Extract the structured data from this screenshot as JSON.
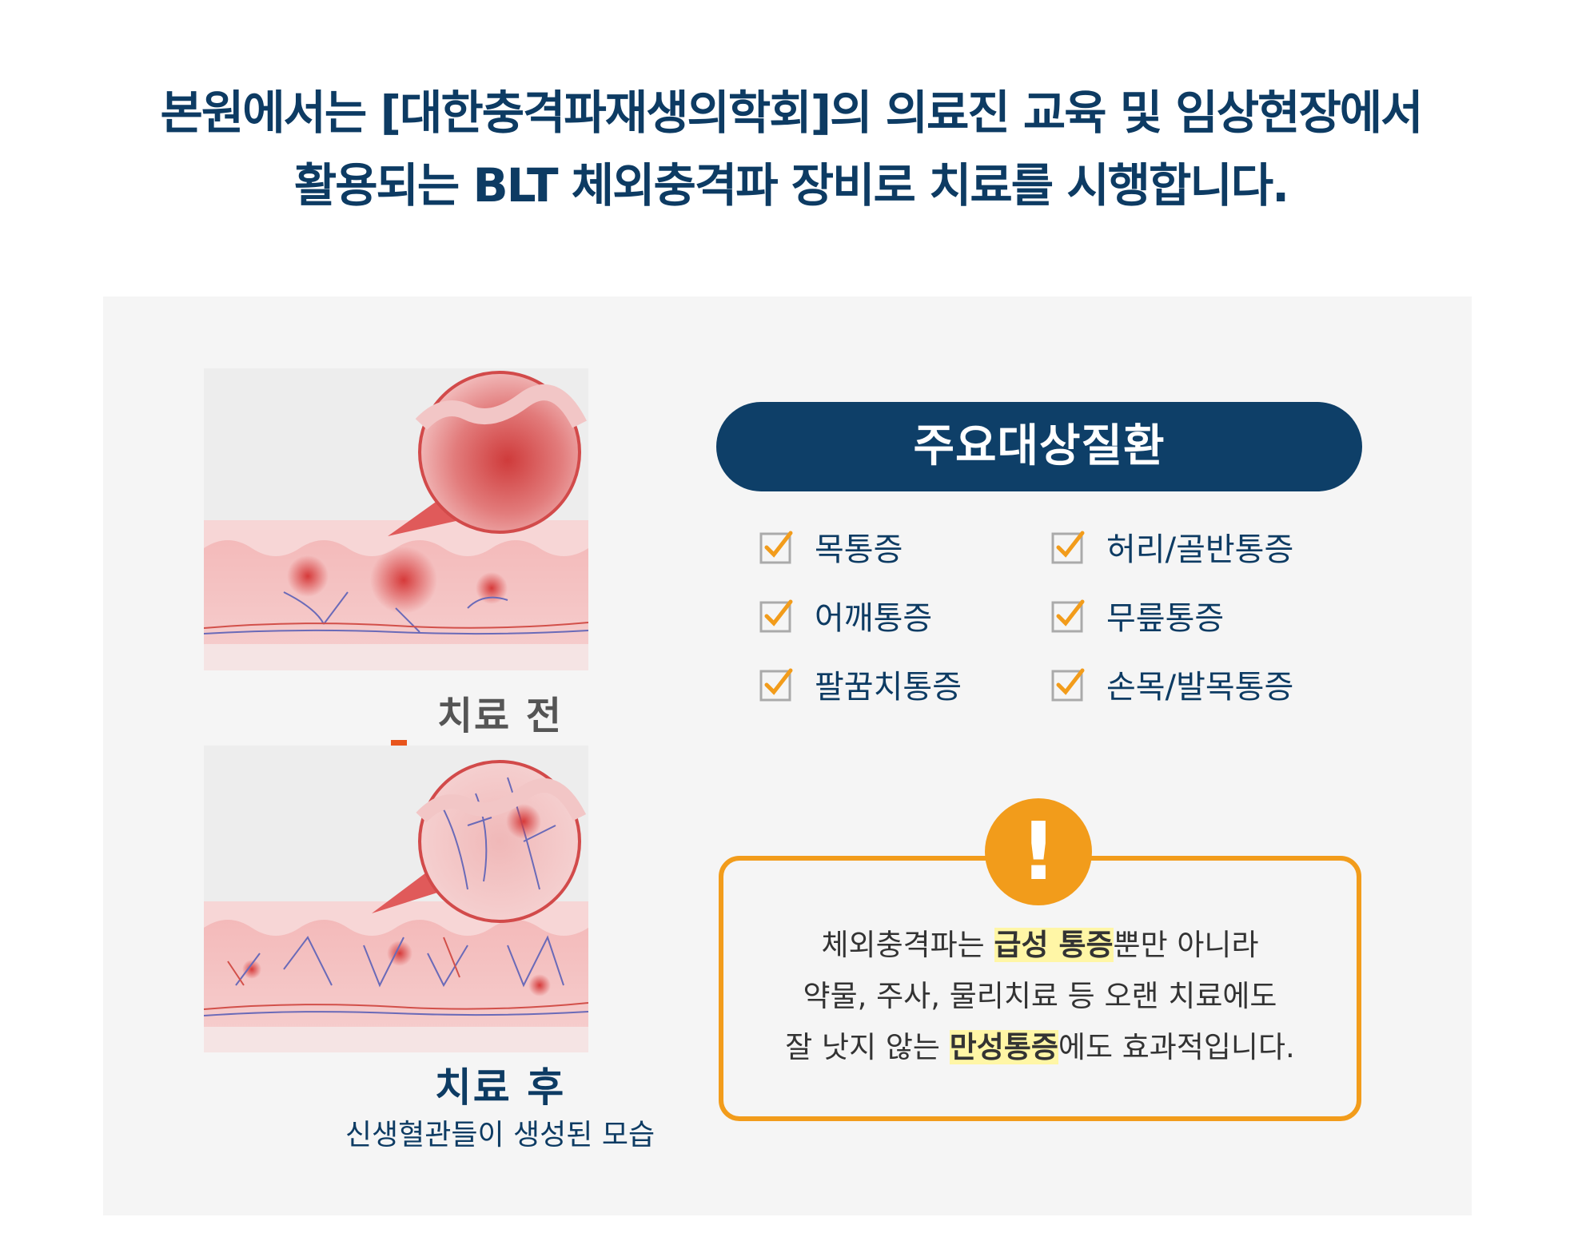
{
  "headline": {
    "line1": "본원에서는 [대한충격파재생의학회]의 의료진 교육 및 임상현장에서",
    "line2": "활용되는 BLT 체외충격파 장비로 치료를 시행합니다."
  },
  "illustration": {
    "before_label": "치료 전",
    "after_label": "치료 후",
    "after_caption": "신생혈관들이 생성된 모습"
  },
  "diseases": {
    "title": "주요대상질환",
    "items": [
      "목통증",
      "허리/골반통증",
      "어깨통증",
      "무릎통증",
      "팔꿈치통증",
      "손목/발목통증"
    ]
  },
  "note": {
    "icon": "exclamation-icon",
    "line1_pre": "체외충격파는 ",
    "line1_hl": "급성 통증",
    "line1_post": "뿐만 아니라",
    "line2": "약물, 주사, 물리치료 등 오랜 치료에도",
    "line3_pre": "잘 낫지 않는 ",
    "line3_hl": "만성통증",
    "line3_post": "에도 효과적입니다."
  },
  "colors": {
    "navy": "#0e3f68",
    "orange": "#f29c1b",
    "highlight": "#fff6a6",
    "arrow": "#e8541c"
  }
}
